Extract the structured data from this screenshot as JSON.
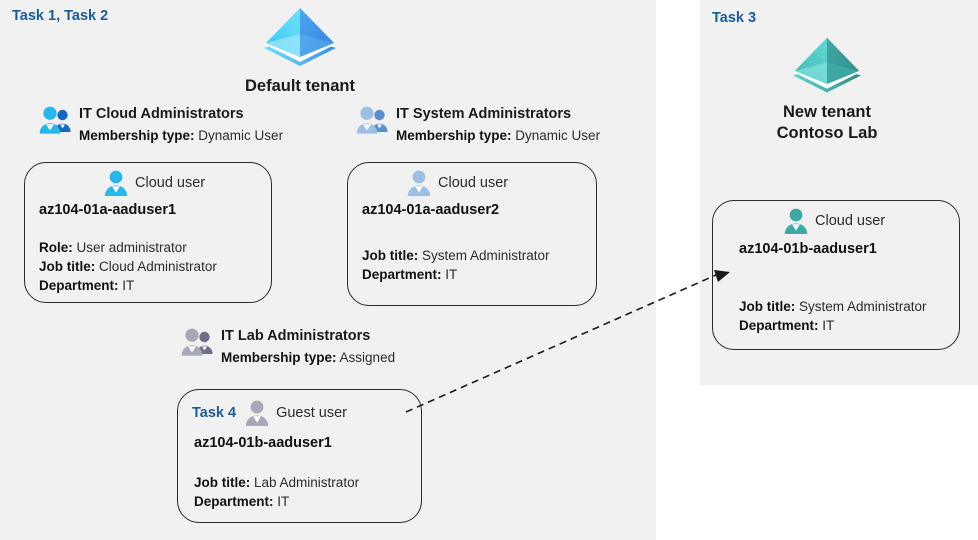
{
  "colors": {
    "panel_bg": "#f1f1f1",
    "task_blue": "#1c5c96",
    "tenant_blue_light": "#4fd2f7",
    "tenant_blue_dark": "#3b82e0",
    "tenant_teal_light": "#57ccca",
    "tenant_teal_dark": "#36a3a0",
    "user_cyan": "#29b6e8",
    "user_steel": "#8fb4de",
    "user_gray": "#9a9aa8",
    "user_teal": "#3fa9a6",
    "card_border": "#2a2a2a",
    "text_dark": "#111111",
    "text_body": "#2b2b2b"
  },
  "left_panel": {
    "task_label": "Task 1, Task 2",
    "tenant": {
      "name": "Default tenant",
      "icon": "azure-ad-tenant-icon"
    },
    "groups": [
      {
        "id": "cloud",
        "icon": "group-users-icon",
        "title": "IT Cloud Administrators",
        "meta_label": "Membership type:",
        "meta_value": "Dynamic User"
      },
      {
        "id": "system",
        "icon": "group-users-icon",
        "title": "IT System Administrators",
        "meta_label": "Membership type:",
        "meta_value": "Dynamic User"
      },
      {
        "id": "lab",
        "icon": "group-users-icon",
        "title": "IT Lab Administrators",
        "meta_label": "Membership type:",
        "meta_value": "Assigned"
      }
    ],
    "cards": [
      {
        "id": "u1",
        "inline_task": "",
        "kind": "Cloud user",
        "icon": "cloud-user-icon",
        "name": "az104-01a-aaduser1",
        "attrs": [
          {
            "label": "Role:",
            "value": "User administrator"
          },
          {
            "label": "Job title:",
            "value": "Cloud Administrator"
          },
          {
            "label": "Department:",
            "value": "IT"
          }
        ]
      },
      {
        "id": "u2",
        "inline_task": "",
        "kind": "Cloud user",
        "icon": "cloud-user-icon",
        "name": "az104-01a-aaduser2",
        "attrs": [
          {
            "label": "Job title:",
            "value": "System Administrator"
          },
          {
            "label": "Department:",
            "value": "IT"
          }
        ]
      },
      {
        "id": "u4",
        "inline_task": "Task 4",
        "kind": "Guest user",
        "icon": "guest-user-icon",
        "name": "az104-01b-aaduser1",
        "attrs": [
          {
            "label": "Job title:",
            "value": "Lab Administrator"
          },
          {
            "label": "Department:",
            "value": "IT"
          }
        ]
      }
    ]
  },
  "right_panel": {
    "task_label": "Task 3",
    "tenant": {
      "line1": "New  tenant",
      "line2": "Contoso Lab",
      "icon": "azure-ad-tenant-icon"
    },
    "card": {
      "id": "u3",
      "kind": "Cloud user",
      "icon": "cloud-user-icon",
      "name": "az104-01b-aaduser1",
      "attrs": [
        {
          "label": "Job title:",
          "value": "System Administrator"
        },
        {
          "label": "Department:",
          "value": "IT"
        }
      ]
    }
  },
  "connector": {
    "name": "invitation-arrow",
    "style": "dashed",
    "from": "guest-user-card",
    "to": "new-tenant-cloud-user-card"
  }
}
